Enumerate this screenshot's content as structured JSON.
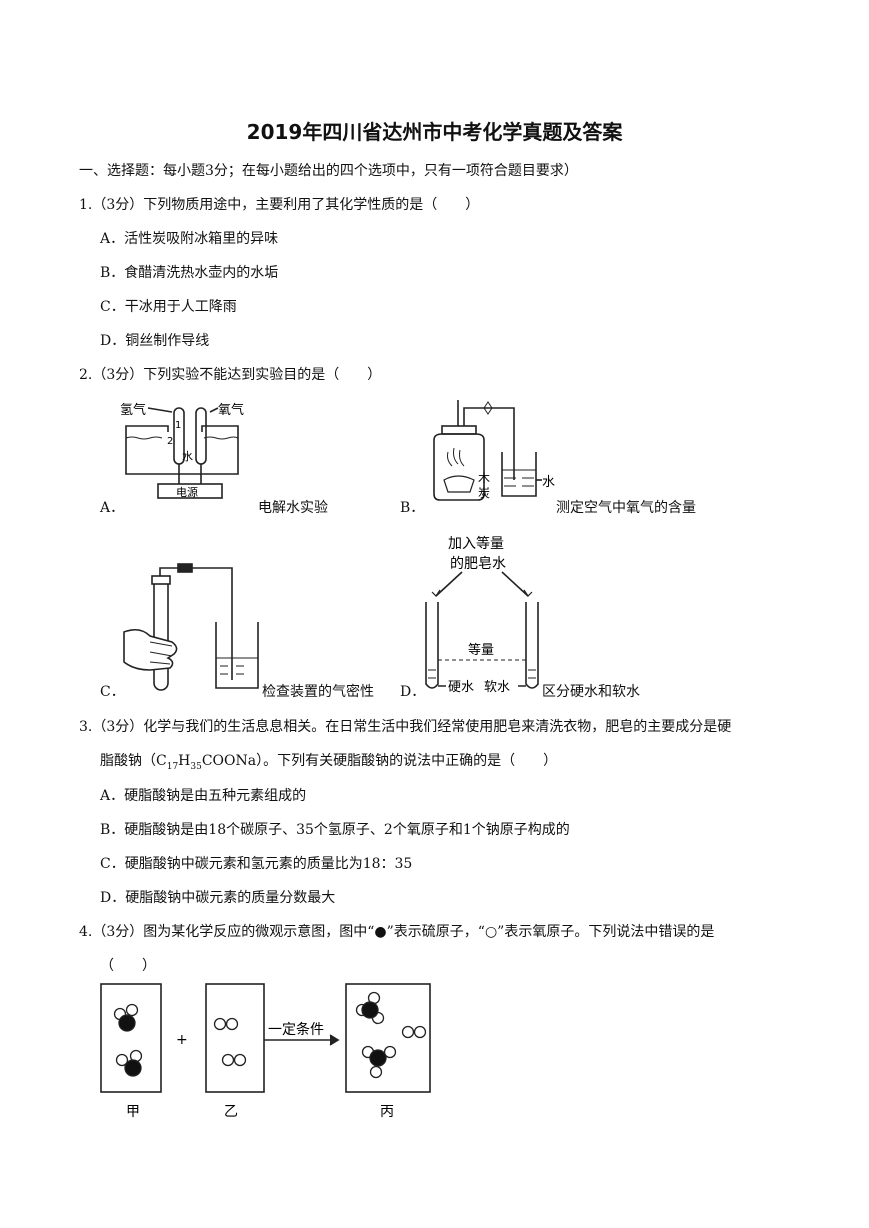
{
  "title": "2019年四川省达州市中考化学真题及答案",
  "section1": "一、选择题：每小题3分；在每小题给出的四个选项中，只有一项符合题目要求）",
  "q1": {
    "stem": "1.（3分）下列物质用途中，主要利用了其化学性质的是（　　）",
    "options": [
      "A．活性炭吸附冰箱里的异味",
      "B．食醋清洗热水壶内的水垢",
      "C．干冰用于人工降雨",
      "D．铜丝制作导线"
    ]
  },
  "q2": {
    "stem": "2.（3分）下列实验不能达到实验目的是（　　）",
    "A": {
      "letter": "A．",
      "caption": "电解水实验",
      "labels": {
        "h2": "氢气",
        "o2": "氧气",
        "n1": "1",
        "n2": "2",
        "water": "水",
        "power": "电源"
      }
    },
    "B": {
      "letter": "B．",
      "caption": "测定空气中氧气的含量",
      "labels": {
        "carbon1": "木",
        "carbon2": "炭",
        "water": "水"
      }
    },
    "C": {
      "letter": "C．",
      "caption": "检查装置的气密性"
    },
    "D": {
      "letter": "D．",
      "caption": "区分硬水和软水",
      "labels": {
        "top1": "加入等量",
        "top2": "的肥皂水",
        "equal": "等量",
        "hard": "硬水",
        "soft": "软水"
      }
    }
  },
  "q3": {
    "stem1": "3.（3分）化学与我们的生活息息相关。在日常生活中我们经常使用肥皂来清洗衣物，肥皂的主要成分是硬",
    "stem2_a": "脂酸钠（C",
    "sub1": "17",
    "stem2_b": "H",
    "sub2": "35",
    "stem2_c": "COONa）。下列有关硬脂酸钠的说法中正确的是（　　）",
    "options": [
      "A．硬脂酸钠是由五种元素组成的",
      "B．硬脂酸钠是由18个碳原子、35个氢原子、2个氧原子和1个钠原子构成的",
      "C．硬脂酸钠中碳元素和氢元素的质量比为18：35",
      "D．硬脂酸钠中碳元素的质量分数最大"
    ]
  },
  "q4": {
    "stem1": "4.（3分）图为某化学反应的微观示意图，图中“●”表示硫原子，“○”表示氧原子。下列说法中错误的是",
    "stem2": "（　　）",
    "diagram": {
      "plus": "+",
      "arrow": "一定条件",
      "jia": "甲",
      "yi": "乙",
      "bing": "丙"
    }
  }
}
